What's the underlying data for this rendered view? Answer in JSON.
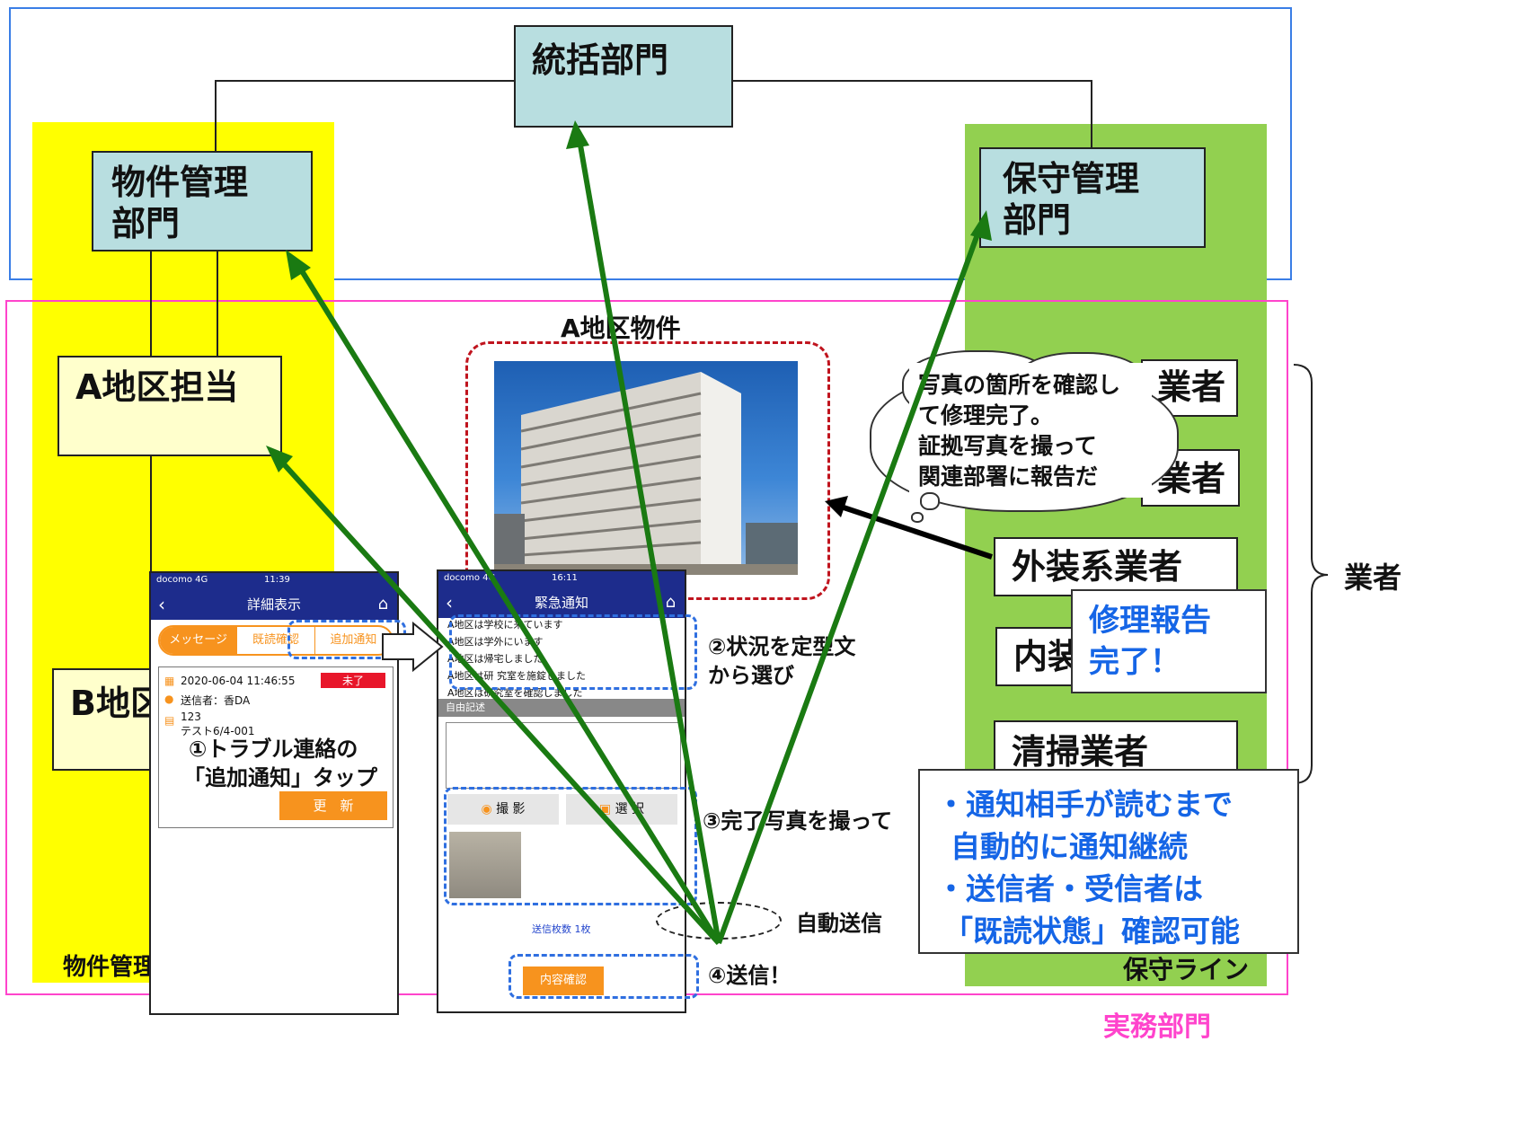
{
  "depts": {
    "headquarters": "統括部門",
    "property_mgmt_line1": "物件管理",
    "property_mgmt_line2": "部門",
    "maintenance_mgmt_line1": "保守管理",
    "maintenance_mgmt_line2": "部門",
    "area_a": "A地区担当",
    "area_b": "B地区",
    "property_line": "物件管理",
    "maintenance_line": "保守ライン",
    "operations": "実務部門"
  },
  "property": {
    "title": "A地区物件"
  },
  "vendors": {
    "v1_suffix": "業者",
    "v2_suffix": "業者",
    "exterior": "外装系業者",
    "interior_prefix": "内装",
    "cleaning": "清掃業者",
    "group_label": "業者"
  },
  "thought_bubble": [
    "写真の箇所を確認し",
    "て修理完了。",
    "証拠写真を撮って",
    "関連部署に報告だ"
  ],
  "repair_note": [
    "修理報告",
    "完了！"
  ],
  "feature_note": [
    "・通知相手が読むまで",
    "自動的に通知継続",
    "・送信者・受信者は",
    "「既読状態」確認可能"
  ],
  "phone1": {
    "carrier": "docomo 4G",
    "time": "11:39",
    "title": "詳細表示",
    "tabs": [
      "メッセージ",
      "既読確認",
      "追加通知"
    ],
    "datetime": "2020-06-04 11:46:55",
    "status": "未了",
    "sender": "送信者：香DA",
    "content_line1": "123",
    "content_line2": "テスト6/4-001",
    "update_button": "更　新"
  },
  "phone2": {
    "carrier": "docomo 4G",
    "time": "16:11",
    "title": "緊急通知",
    "options": [
      "A地区は学校に来ています",
      "A地区は学外にいます",
      "A地区は帰宅しました",
      "A地区は研 究室を施錠しました",
      "A地区は研究室を確認しました"
    ],
    "free_text_label": "自由記述",
    "camera_button": "撮 影",
    "select_button": "選 択",
    "photo_count": "送信枚数 1枚",
    "confirm_button": "内容確認"
  },
  "steps": {
    "step1_line1": "①トラブル連絡の",
    "step1_line2": "「追加通知」タップ",
    "step2_line1": "②状況を定型文",
    "step2_line2": "から選び",
    "step3": "③完了写真を撮って",
    "step4": "④送信！",
    "auto_send": "自動送信"
  },
  "colors": {
    "arrow_green": "#1a7a12",
    "band_yellow": "#ffff00",
    "band_green": "#92d050",
    "teal_box": "#b8dee0",
    "note_blue": "#1565e6",
    "operations_pink": "#ff44cc"
  }
}
